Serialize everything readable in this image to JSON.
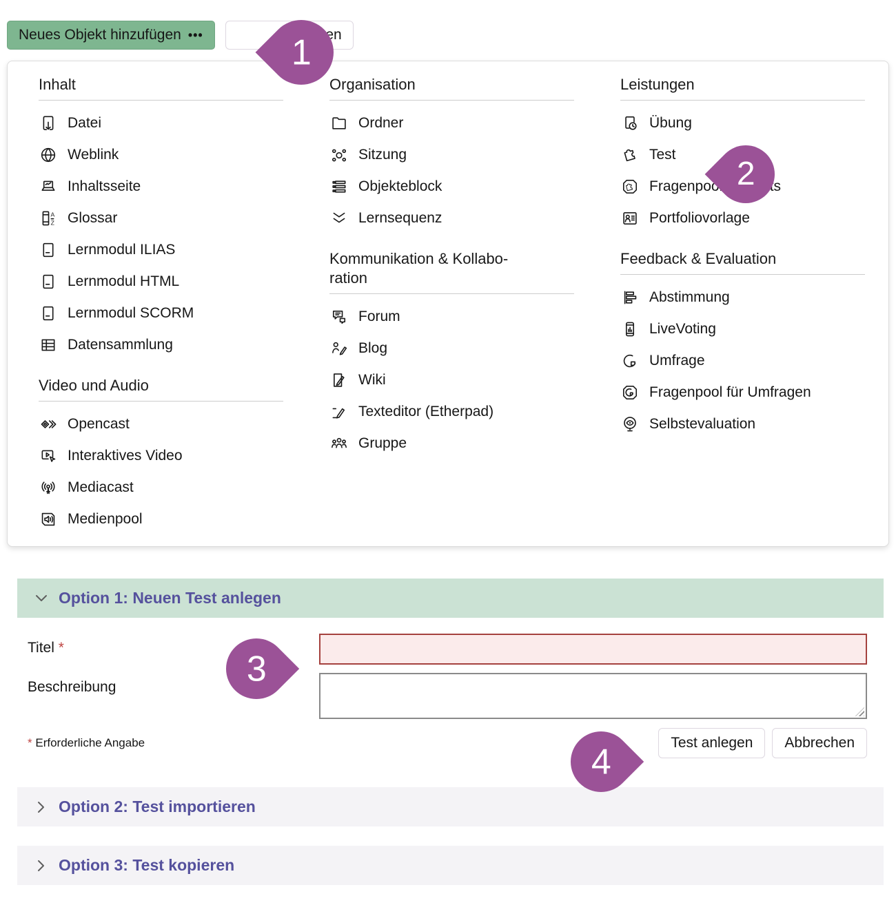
{
  "toolbar": {
    "add_object_button": {
      "label": "Neues Objekt hinzufügen",
      "ellipsis": "•••"
    },
    "secondary_button": {
      "visible_label": "alten"
    }
  },
  "menu": {
    "columns": [
      {
        "sections": [
          {
            "title": "Inhalt",
            "items": [
              {
                "icon": "file-download-icon",
                "label": "Datei"
              },
              {
                "icon": "globe-icon",
                "label": "Weblink"
              },
              {
                "icon": "content-page-icon",
                "label": "Inhaltsseite"
              },
              {
                "icon": "glossary-icon",
                "label": "Glossar"
              },
              {
                "icon": "learning-module-icon",
                "label": "Lernmodul ILIAS"
              },
              {
                "icon": "learning-module-icon",
                "label": "Lernmodul HTML"
              },
              {
                "icon": "learning-module-icon",
                "label": "Lernmodul SCORM"
              },
              {
                "icon": "table-icon",
                "label": "Datensammlung"
              }
            ]
          },
          {
            "title": "Video und Audio",
            "items": [
              {
                "icon": "opencast-icon",
                "label": "Opencast"
              },
              {
                "icon": "interactive-video-icon",
                "label": "Interaktives Video"
              },
              {
                "icon": "broadcast-icon",
                "label": "Mediacast"
              },
              {
                "icon": "speaker-icon",
                "label": "Medienpool"
              }
            ]
          }
        ]
      },
      {
        "sections": [
          {
            "title": "Organisation",
            "items": [
              {
                "icon": "folder-icon",
                "label": "Ordner"
              },
              {
                "icon": "session-icon",
                "label": "Sitzung"
              },
              {
                "icon": "item-group-icon",
                "label": "Objekteblock"
              },
              {
                "icon": "double-chevron-down-icon",
                "label": "Lernsequenz"
              }
            ]
          },
          {
            "title": "Kommunikation & Kollabo­ration",
            "items": [
              {
                "icon": "forum-icon",
                "label": "Forum"
              },
              {
                "icon": "blog-icon",
                "label": "Blog"
              },
              {
                "icon": "wiki-icon",
                "label": "Wiki"
              },
              {
                "icon": "texteditor-icon",
                "label": "Texteditor (Etherpad)"
              },
              {
                "icon": "group-icon",
                "label": "Gruppe"
              }
            ]
          }
        ]
      },
      {
        "sections": [
          {
            "title": "Leistungen",
            "items": [
              {
                "icon": "exercise-icon",
                "label": "Übung"
              },
              {
                "icon": "puzzle-icon",
                "label": "Test"
              },
              {
                "icon": "question-pool-icon",
                "label": "Fragenpool für Tests"
              },
              {
                "icon": "portfolio-icon",
                "label": "Portfoliovorlage"
              }
            ]
          },
          {
            "title": "Feedback & Evaluation",
            "items": [
              {
                "icon": "poll-icon",
                "label": "Abstimmung"
              },
              {
                "icon": "livevoting-icon",
                "label": "LiveVoting"
              },
              {
                "icon": "pie-chart-icon",
                "label": "Umfrage"
              },
              {
                "icon": "survey-pool-icon",
                "label": "Fragenpool für Umfragen"
              },
              {
                "icon": "self-evaluation-icon",
                "label": "Selbstevaluation"
              }
            ]
          }
        ]
      }
    ]
  },
  "markers": [
    {
      "number": "1",
      "direction": "left"
    },
    {
      "number": "2",
      "direction": "left"
    },
    {
      "number": "3",
      "direction": "right"
    },
    {
      "number": "4",
      "direction": "right"
    }
  ],
  "form": {
    "option1_title": "Option 1: Neuen Test anlegen",
    "title_label": "Titel",
    "required_mark": "*",
    "title_value": "",
    "description_label": "Beschreibung",
    "description_value": "",
    "required_note_star": "*",
    "required_note_text": "Erforderliche Angabe",
    "submit_label": "Test anlegen",
    "cancel_label": "Abbrechen",
    "option2_title": "Option 2: Test importieren",
    "option3_title": "Option 3: Test kopieren"
  },
  "colors": {
    "accent_green_button": "#7eb690",
    "option1_header_green": "#cbe2d4",
    "option_gray": "#f4f3f6",
    "option_title_purple": "#55519d",
    "marker_purple": "#9b5297",
    "required_red": "#bf4543",
    "error_field_bg": "#fbebeb",
    "error_field_border": "#a5413e"
  }
}
